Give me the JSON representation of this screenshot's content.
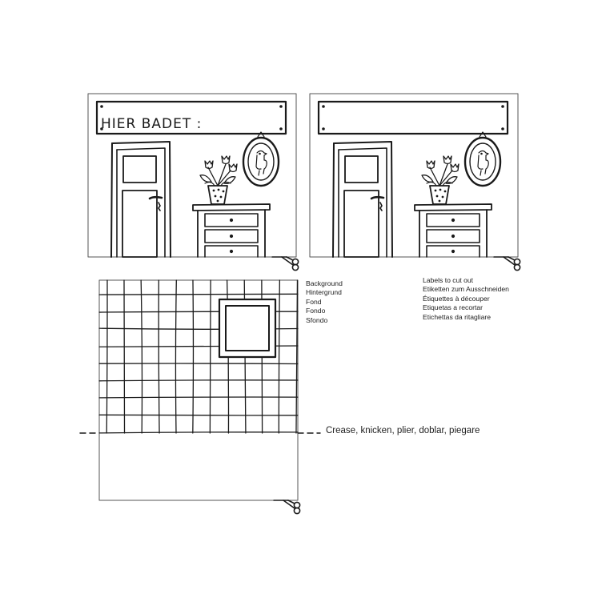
{
  "label_card_1": {
    "sign_text": "HIER BADET :"
  },
  "label_card_2": {
    "sign_text": ""
  },
  "background_legend": [
    "Background",
    "Hintergrund",
    "Fond",
    "Fondo",
    "Sfondo"
  ],
  "labels_legend": [
    "Labels to cut out",
    "Etiketten zum Ausschneiden",
    "Étiquettes à découper",
    "Etiquetas a recortar",
    "Etichettas da ritagliare"
  ],
  "crease_instruction": "Crease, knicken, plier, doblar, piegare",
  "icons": [
    "scissors-icon",
    "door-icon",
    "flower-pot-icon",
    "mirror-icon",
    "dresser-icon"
  ],
  "colors": {
    "ink": "#1a1a1a",
    "paper": "#ffffff"
  }
}
